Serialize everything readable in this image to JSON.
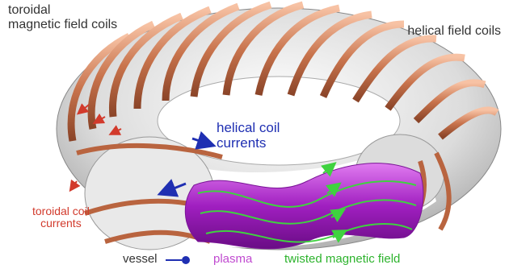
{
  "labels": {
    "toroidal_field_coils": "toroidal\nmagnetic field coils",
    "helical_field_coils": "helical field coils",
    "helical_coil_currents": "helical coil\ncurrents",
    "toroidal_coil_currents": "toroidal coil\ncurrents",
    "vessel": "vessel",
    "plasma": "plasma",
    "twisted_magnetic_field": "twisted magnetic field"
  },
  "colors": {
    "coil": "#c8734c",
    "coil_highlight": "#f0b090",
    "vessel": "#d8d8d8",
    "plasma": "#a01fc0",
    "field_lines": "#3fd23f",
    "helical_current_arrow": "#1f2fb2",
    "toroidal_current_arrow": "#d23a2c"
  }
}
